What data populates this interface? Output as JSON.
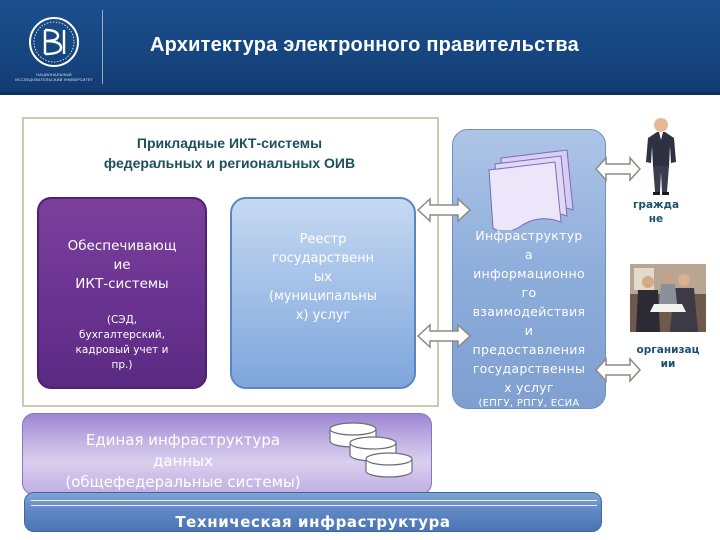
{
  "header": {
    "title": "Архитектура электронного правительства",
    "logo_text": "НАЦИОНАЛЬНЫЙ ИССЛЕДОВАТЕЛЬСКИЙ УНИВЕРСИТЕТ",
    "logo_letters": "ВШЭ"
  },
  "frame": {
    "title_line1": "Прикладные ИКТ-системы",
    "title_line2": "федеральных и региональных ОИВ"
  },
  "support_box": {
    "line1": "Обеспечивающ",
    "line2": "ие",
    "line3": "ИКТ-системы",
    "sub1": "(СЭД,",
    "sub2": "бухгалтерский,",
    "sub3": "кадровый учет и",
    "sub4": "пр.)"
  },
  "registry_box": {
    "line1": "Реестр",
    "line2": "государственн",
    "line3": "ых",
    "line4": "(муниципальны",
    "line5": "х) услуг"
  },
  "infrastructure": {
    "line1": "Инфраструктур",
    "line2": "а",
    "line3": "информационно",
    "line4": "го",
    "line5": "взаимодействия",
    "line6": "и",
    "line7": "предоставления",
    "line8": "государственны",
    "line9": "х услуг",
    "line10": "(ЕПГУ, РПГУ, ЕСИА"
  },
  "data_bar": {
    "line1": "Единая инфраструктура",
    "line2": "данных",
    "line3": "(общефедеральные системы)"
  },
  "tech_bar": {
    "label": "Техническая инфраструктура"
  },
  "citizens": {
    "line1": "гражда",
    "line2": "не"
  },
  "organizations": {
    "line1": "организац",
    "line2": "ии"
  },
  "colors": {
    "header_bg": "#1b4f8e",
    "purple": "#6a3391",
    "light_blue": "#a8c4ea",
    "label_text": "#1d4f70"
  }
}
